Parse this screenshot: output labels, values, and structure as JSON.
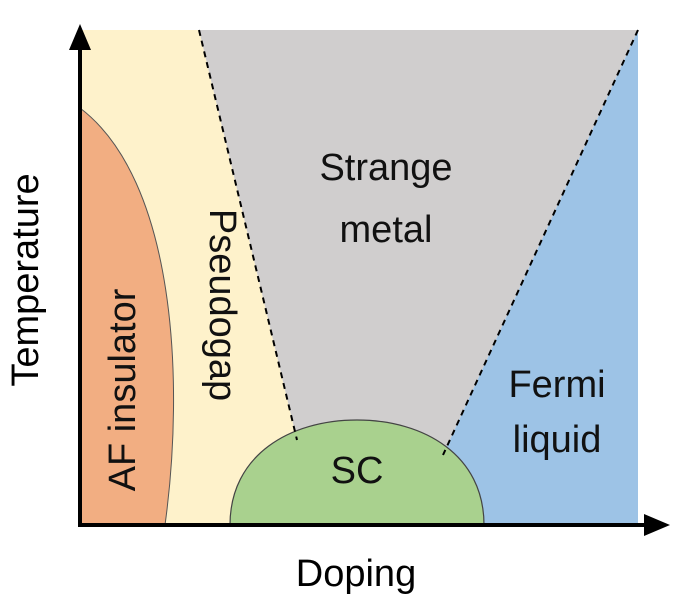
{
  "axes": {
    "x_label": "Doping",
    "y_label": "Temperature"
  },
  "regions": {
    "af_insulator": {
      "label": "AF insulator",
      "color": "#f2ae82"
    },
    "pseudogap": {
      "label": "Pseudogap",
      "color": "#fef2cb"
    },
    "strange_metal": {
      "line1": "Strange",
      "line2": "metal",
      "color": "#d0cece"
    },
    "fermi_liquid": {
      "line1": "Fermi",
      "line2": "liquid",
      "color": "#9dc3e6"
    },
    "sc": {
      "label": "SC",
      "color": "#a9d18e"
    }
  },
  "styles": {
    "axis_color": "#000000",
    "boundary_color": "#000000",
    "outline_color": "#444444"
  }
}
